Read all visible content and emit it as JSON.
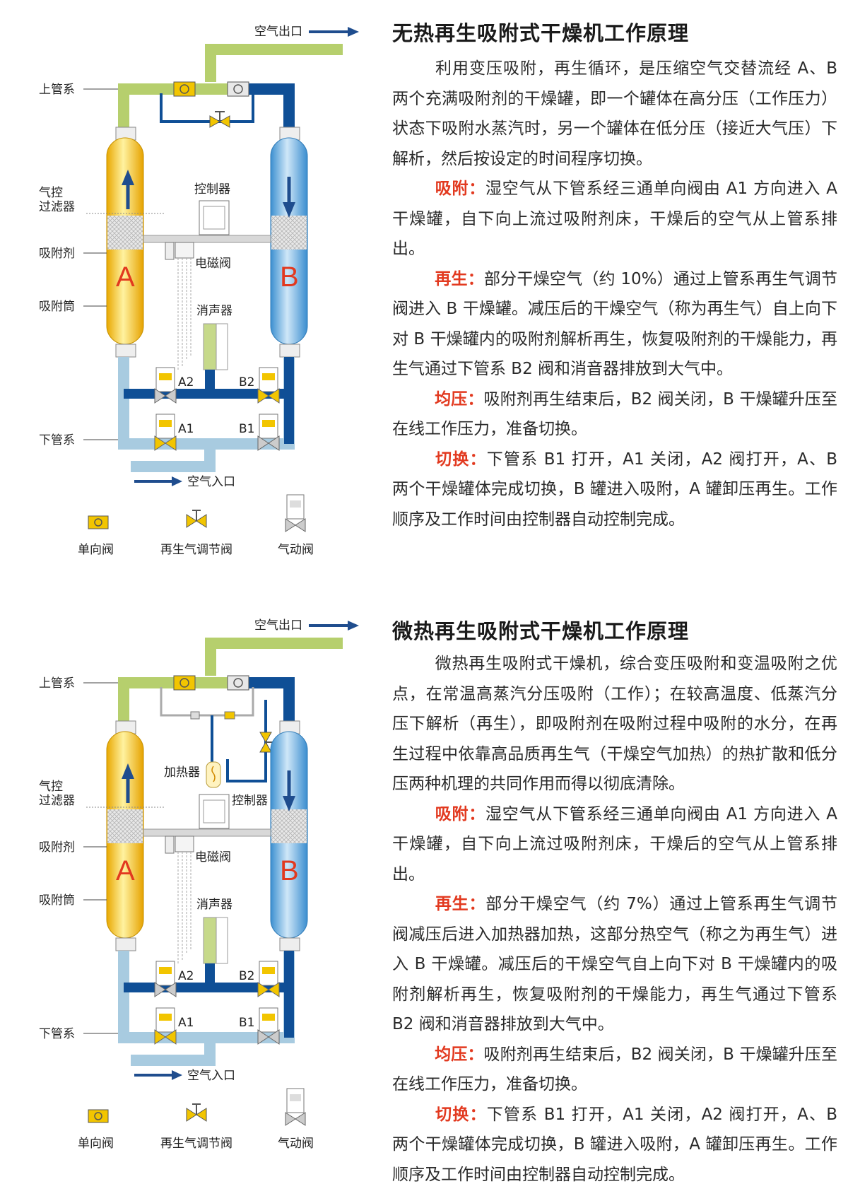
{
  "colors": {
    "pipe_green": "#b6cf6d",
    "pipe_dark_blue": "#0f4f96",
    "pipe_light_blue": "#a8cbe0",
    "tank_yellow": "#f4c430",
    "tank_blue": "#5ca8dc",
    "valve_yellow": "#f2c500",
    "accent_red": "#e2391f",
    "arrow_blue": "#1f4d8e"
  },
  "sections": [
    {
      "title": "无热再生吸附式干燥机工作原理",
      "intro": "利用变压吸附，再生循环，是压缩空气交替流经 A、B 两个充满吸附剂的干燥罐，即一个罐体在高分压（工作压力）状态下吸附水蒸汽时，另一个罐体在低分压（接近大气压）下解析，然后按设定的时间程序切换。",
      "steps": [
        {
          "key": "吸附：",
          "text": "湿空气从下管系经三通单向阀由 A1 方向进入 A 干燥罐，自下向上流过吸附剂床，干燥后的空气从上管系排出。"
        },
        {
          "key": "再生：",
          "text": "部分干燥空气（约 10%）通过上管系再生气调节阀进入 B 干燥罐。减压后的干燥空气（称为再生气）自上向下对 B 干燥罐内的吸附剂解析再生，恢复吸附剂的干燥能力，再生气通过下管系 B2 阀和消音器排放到大气中。"
        },
        {
          "key": "均压：",
          "text": "吸附剂再生结束后，B2 阀关闭，B 干燥罐升压至在线工作压力，准备切换。"
        },
        {
          "key": "切换：",
          "text": "下管系 B1 打开，A1 关闭，A2 阀打开，A、B 两个干燥罐体完成切换，B 罐进入吸附，A 罐卸压再生。工作顺序及工作时间由控制器自动控制完成。"
        }
      ],
      "diagram": {
        "outlet": "空气出口",
        "inlet": "空气入口",
        "upper_pipe": "上管系",
        "lower_pipe": "下管系",
        "filter": "气控\n过滤器",
        "adsorbent": "吸附剂",
        "cylinder": "吸附筒",
        "controller": "控制器",
        "solenoid": "电磁阀",
        "muffler": "消声器",
        "tank_a": "A",
        "tank_b": "B",
        "valve_a2": "A2",
        "valve_b2": "B2",
        "valve_a1": "A1",
        "valve_b1": "B1",
        "legend": [
          "单向阀",
          "再生气调节阀",
          "气动阀"
        ]
      }
    },
    {
      "title": "微热再生吸附式干燥机工作原理",
      "intro": "微热再生吸附式干燥机，综合变压吸附和变温吸附之优点，在常温高蒸汽分压吸附（工作）；在较高温度、低蒸汽分压下解析（再生），即吸附剂在吸附过程中吸附的水分，在再生过程中依靠高品质再生气（干燥空气加热）的热扩散和低分压两种机理的共同作用而得以彻底清除。",
      "steps": [
        {
          "key": "吸附：",
          "text": "湿空气从下管系经三通单向阀由 A1 方向进入 A 干燥罐，自下向上流过吸附剂床，干燥后的空气从上管系排出。"
        },
        {
          "key": "再生：",
          "text": "部分干燥空气（约 7%）通过上管系再生气调节阀减压后进入加热器加热，这部分热空气（称之为再生气）进入 B 干燥罐。减压后的干燥空气自上向下对 B 干燥罐内的吸附剂解析再生，恢复吸附剂的干燥能力，再生气通过下管系 B2 阀和消音器排放到大气中。"
        },
        {
          "key": "均压：",
          "text": "吸附剂再生结束后，B2 阀关闭，B 干燥罐升压至在线工作压力，准备切换。"
        },
        {
          "key": "切换：",
          "text": "下管系 B1 打开，A1 关闭，A2 阀打开，A、B 两个干燥罐体完成切换，B 罐进入吸附，A 罐卸压再生。工作顺序及工作时间由控制器自动控制完成。"
        }
      ],
      "diagram": {
        "outlet": "空气出口",
        "inlet": "空气入口",
        "upper_pipe": "上管系",
        "lower_pipe": "下管系",
        "filter": "气控\n过滤器",
        "adsorbent": "吸附剂",
        "cylinder": "吸附筒",
        "controller": "控制器",
        "solenoid": "电磁阀",
        "muffler": "消声器",
        "heater": "加热器",
        "tank_a": "A",
        "tank_b": "B",
        "valve_a2": "A2",
        "valve_b2": "B2",
        "valve_a1": "A1",
        "valve_b1": "B1",
        "legend": [
          "单向阀",
          "再生气调节阀",
          "气动阀"
        ]
      }
    }
  ]
}
